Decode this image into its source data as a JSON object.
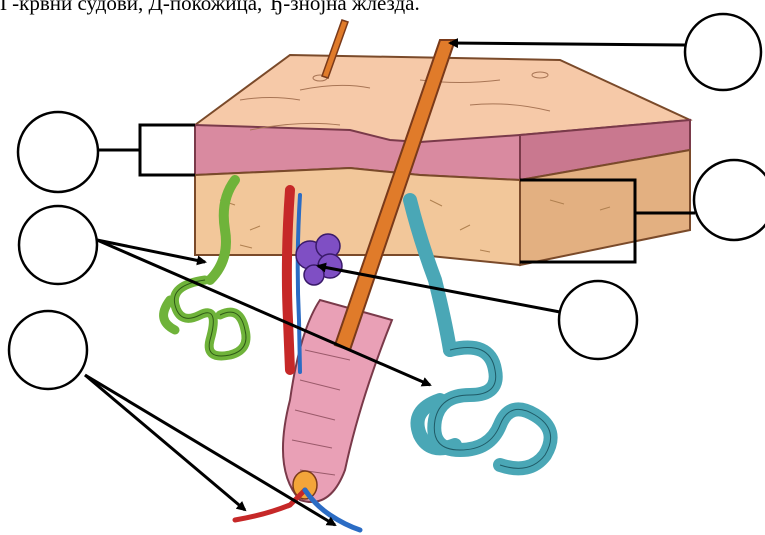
{
  "caption": "Г-крвни судови, Д-покожица, Ђ-знојна жлезда.",
  "colors": {
    "epidermis": "#d98aa0",
    "dermis": "#f2c79a",
    "skin_top": "#f6c9a8",
    "hair": "#e07b2a",
    "sweat_gland_green": "#6fb33a",
    "sweat_gland_blue": "#4aa7b6",
    "sebaceous_gland": "#7f4fc4",
    "artery": "#c62828",
    "vein": "#2b6cc4",
    "follicle": "#e9a0b6"
  },
  "labels": [
    {
      "id": "label-circle-top-right",
      "text": ""
    },
    {
      "id": "label-circle-epidermis",
      "text": ""
    },
    {
      "id": "label-circle-dermis",
      "text": ""
    },
    {
      "id": "label-circle-sweat-glands",
      "text": ""
    },
    {
      "id": "label-circle-sebaceous",
      "text": ""
    },
    {
      "id": "label-circle-blood-vessels",
      "text": ""
    }
  ]
}
